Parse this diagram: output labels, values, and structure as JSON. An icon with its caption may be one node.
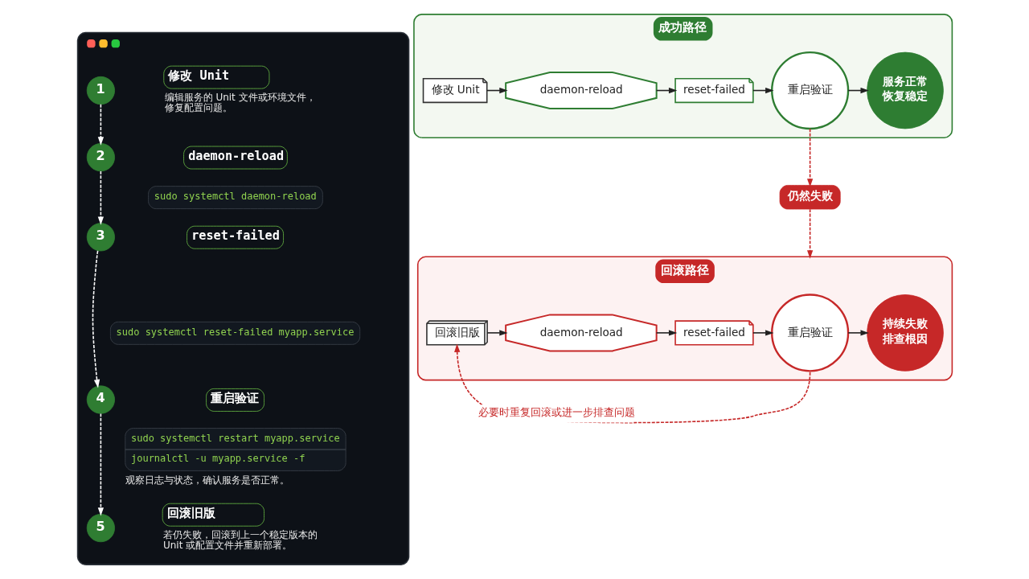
{
  "diagram": {
    "nodes": [
      {
        "text": [],
        "shape": "box"
      },
      {
        "text": [
          "1"
        ],
        "in": 0
      },
      {
        "text": [
          "修改 Unit"
        ],
        "in": 0,
        "beside": [
          "编辑服务的 Unit 文件或环境文件，修复配置问题。"
        ]
      },
      {
        "text": [
          "2"
        ],
        "in": 0
      },
      {
        "text": [
          "daemon-reload"
        ],
        "in": 0
      },
      {
        "text": [
          "sudo systemctl daemon-reload"
        ],
        "in": 0
      },
      {
        "text": [
          "3"
        ],
        "in": 0
      },
      {
        "text": [
          "reset-failed"
        ],
        "in": 0
      },
      {
        "text": [
          "sudo systemctl reset-failed myapp.service"
        ],
        "in": 0
      },
      {
        "text": [
          "4"
        ],
        "in": 0
      },
      {
        "text": [
          "重启验证"
        ],
        "in": 0
      },
      {
        "text": [
          "sudo systemctl restart myapp.service",
          "journalctl -u myapp.service -f"
        ],
        "in": 0,
        "beside": [
          "观察日志与状态，确认服务是否正常。"
        ]
      },
      {
        "text": [
          "5"
        ],
        "in": 0
      },
      {
        "text": [
          "回滚旧版"
        ],
        "in": 0,
        "beside": [
          "若仍失败，回滚到上一个稳定版本的 Unit 或配置文件并重新部署。"
        ]
      },
      {
        "text": [
          "成功路径"
        ]
      },
      {
        "text": [
          "修改 Unit"
        ],
        "in": 14
      },
      {
        "text": [
          "daemon-reload"
        ],
        "in": 14
      },
      {
        "text": [
          "reset-failed"
        ],
        "in": 14
      },
      {
        "text": [
          "重启验证"
        ],
        "in": 14
      },
      {
        "text": [
          "服务正常",
          "恢复稳定"
        ],
        "in": 14
      },
      {
        "text": [
          "仍然失败"
        ]
      },
      {
        "text": [
          "回滚路径"
        ]
      },
      {
        "text": [
          "回滚旧版"
        ],
        "in": 21
      },
      {
        "text": [
          "daemon-reload"
        ],
        "in": 21
      },
      {
        "text": [
          "reset-failed"
        ],
        "in": 21
      },
      {
        "text": [
          "重启验证"
        ],
        "in": 21
      },
      {
        "text": [
          "持续失败",
          "排查根因"
        ],
        "in": 21
      }
    ],
    "edges": [
      {
        "from": 1,
        "to": 3,
        "arrow": "to",
        "style": "dashed",
        "color": "#ffffff"
      },
      {
        "from": 3,
        "to": 6,
        "arrow": "to",
        "style": "dashed",
        "color": "#ffffff"
      },
      {
        "from": 6,
        "to": 9,
        "arrow": "to",
        "style": "dashed",
        "color": "#ffffff"
      },
      {
        "from": 9,
        "to": 12,
        "arrow": "to",
        "style": "dashed",
        "color": "#ffffff"
      },
      {
        "from": 15,
        "to": 16,
        "arrow": "to"
      },
      {
        "from": 16,
        "to": 17,
        "arrow": "to"
      },
      {
        "from": 17,
        "to": 18,
        "arrow": "to"
      },
      {
        "from": 18,
        "to": 19,
        "arrow": "to"
      },
      {
        "from": 18,
        "to": 20,
        "arrow": "to",
        "style": "dashed",
        "color": "#c62828"
      },
      {
        "from": 20,
        "to": 21,
        "arrow": "to",
        "style": "dashed",
        "color": "#c62828"
      },
      {
        "from": 22,
        "to": 23,
        "arrow": "to"
      },
      {
        "from": 23,
        "to": 24,
        "arrow": "to"
      },
      {
        "from": 24,
        "to": 25,
        "arrow": "to"
      },
      {
        "from": 25,
        "to": 26,
        "arrow": "to"
      },
      {
        "from": 25,
        "to": 22,
        "arrow": "to",
        "label": "必要时重复回滚或进一步排查问题",
        "style": "dashed",
        "color": "#c62828"
      }
    ]
  }
}
